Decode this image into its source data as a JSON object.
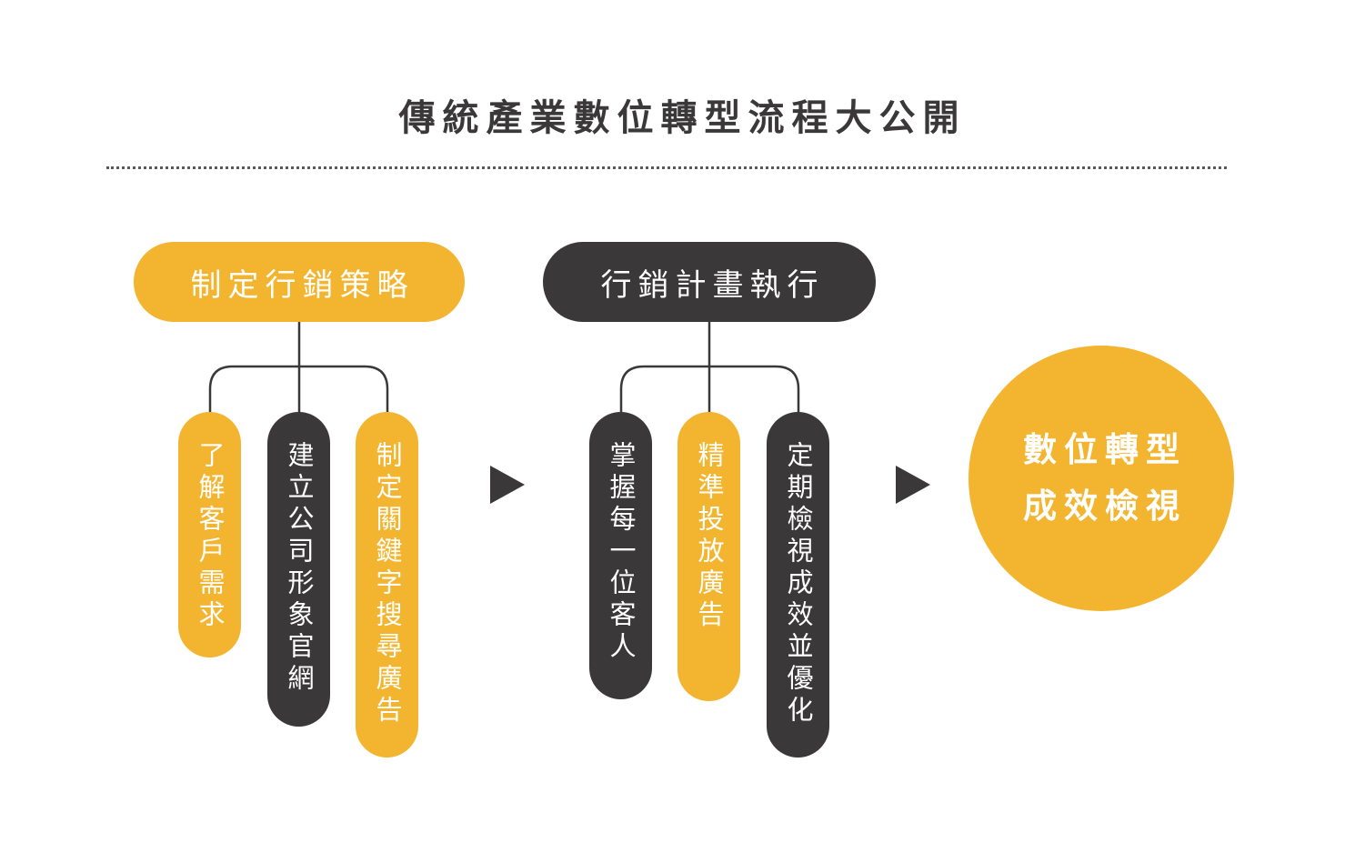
{
  "title": "傳統產業數位轉型流程大公開",
  "colors": {
    "accent": "#f3b52f",
    "dark": "#3a3838",
    "text_on_pill": "#ffffff"
  },
  "stage1": {
    "label": "制定行銷策略",
    "items": [
      "了解客戶需求",
      "建立公司形象官網",
      "制定關鍵字搜尋廣告"
    ]
  },
  "stage2": {
    "label": "行銷計畫執行",
    "items": [
      "掌握每一位客人",
      "精準投放廣告",
      "定期檢視成效並優化"
    ]
  },
  "result": {
    "line1": "數位轉型",
    "line2": "成效檢視"
  }
}
